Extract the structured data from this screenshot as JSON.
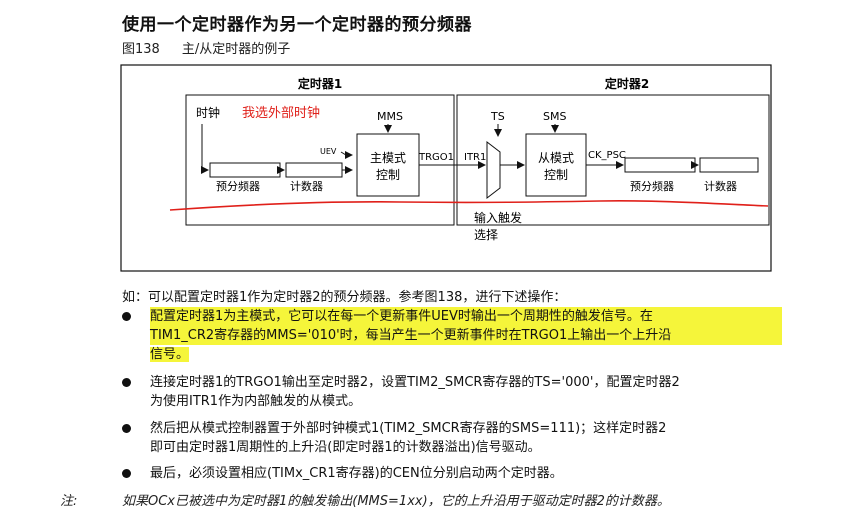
{
  "title": "使用一个定时器作为另一个定时器的预分频器",
  "caption": {
    "number": "图138",
    "text": "主/从定时器的例子"
  },
  "figure": {
    "timer1_label": "定时器1",
    "timer2_label": "定时器2",
    "clock_label": "时钟",
    "annotation": "我选外部时钟",
    "mms_label": "MMS",
    "uev_label": "UEV",
    "master_mode_line1": "主模式",
    "master_mode_line2": "控制",
    "prescaler1_label": "预分频器",
    "counter1_label": "计数器",
    "trgo1_label": "TRGO1",
    "itr1_label": "ITR1",
    "ts_label": "TS",
    "sms_label": "SMS",
    "slave_mode_line1": "从模式",
    "slave_mode_line2": "控制",
    "ck_psc_label": "CK_PSC",
    "prescaler2_label": "预分频器",
    "counter2_label": "计数器",
    "input_trigger_line1": "输入触发",
    "input_trigger_line2": "选择",
    "annotation_color": "#e0201a",
    "underline_color": "#e0201a"
  },
  "intro": "如：可以配置定时器1作为定时器2的预分频器。参考图138，进行下述操作：",
  "bullets": [
    {
      "lines": [
        "配置定时器1为主模式，它可以在每一个更新事件UEV时输出一个周期性的触发信号。在",
        "TIM1_CR2寄存器的MMS='010'时，每当产生一个更新事件时在TRGO1上输出一个上升沿",
        "信号。"
      ]
    },
    {
      "lines": [
        "连接定时器1的TRGO1输出至定时器2，设置TIM2_SMCR寄存器的TS='000'，配置定时器2",
        "为使用ITR1作为内部触发的从模式。"
      ]
    },
    {
      "lines": [
        "然后把从模式控制器置于外部时钟模式1(TIM2_SMCR寄存器的SMS=111)；这样定时器2",
        "即可由定时器1周期性的上升沿(即定时器1的计数器溢出)信号驱动。"
      ]
    },
    {
      "lines": [
        "最后，必须设置相应(TIMx_CR1寄存器)的CEN位分别启动两个定时器。"
      ]
    }
  ],
  "note": {
    "label": "注:",
    "text": "如果OCx已被选中为定时器1的触发输出(MMS=1xx)，它的上升沿用于驱动定时器2的计数器。"
  },
  "highlight_color": "#f5f53a"
}
